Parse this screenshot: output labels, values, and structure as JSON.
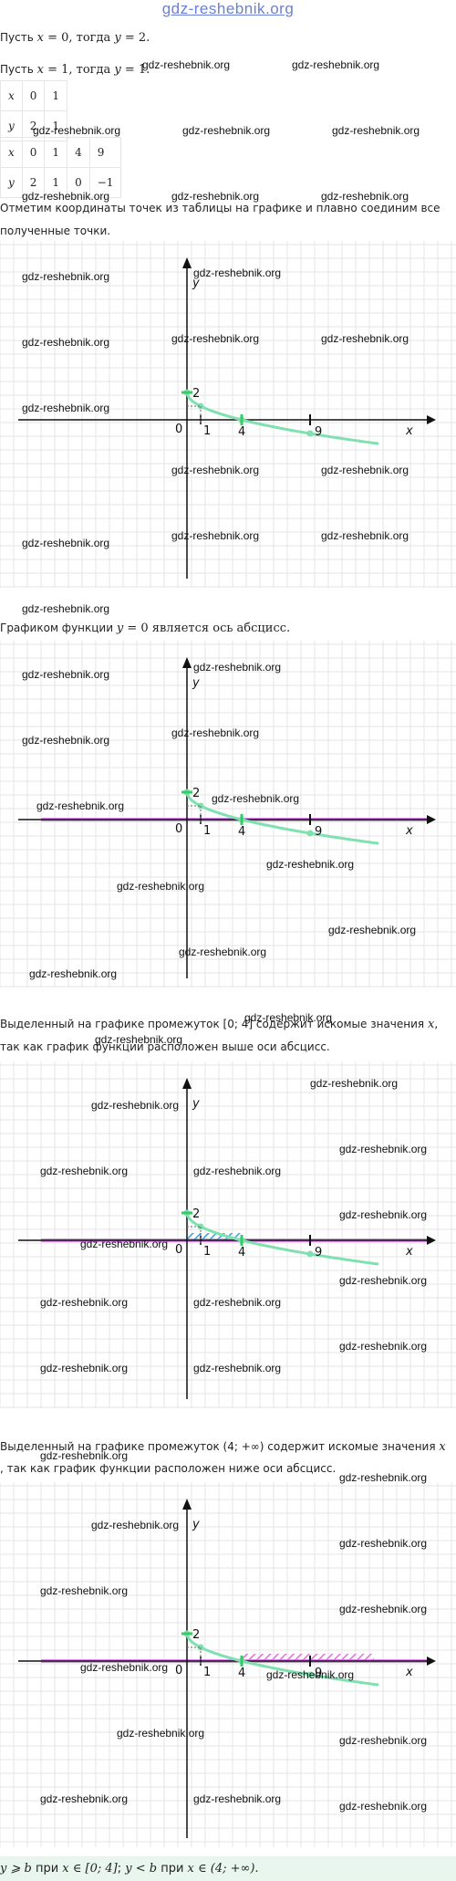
{
  "header": {
    "site": "gdz-reshebnik.org"
  },
  "lines": {
    "l1_a": "Пусть ",
    "l1_var": "x",
    "l1_b": " = 0, тогда ",
    "l1_var2": "y",
    "l1_c": " = 2.",
    "l2_a": "Пусть ",
    "l2_var": "x",
    "l2_b": " = 1, тогда ",
    "l2_var2": "y",
    "l2_c": " = 1.",
    "after_table": "Отметим координаты точек из таблицы на графике и плавно соединим все",
    "after_table2": "полученные точки.",
    "g2_a": "Графиком функции ",
    "g2_var": "y",
    "g2_b": " = 0 является ось абсцисс.",
    "g3_a": "Выделенный на графике промежуток [0; 4] содержит искомые значения ",
    "g3_var": "x",
    "g3_b": ",",
    "g3_c": "так как график функции расположен выше оси абсцисс.",
    "g4_a": "Выделенный на графике промежуток (4; +∞) содержит искомые значения ",
    "g4_var": "x",
    "g4_c": ", так как график функции расположен ниже оси абсцисс."
  },
  "table1": {
    "row1": [
      "x",
      "0",
      "1"
    ],
    "row2": [
      "y",
      "2",
      "1"
    ]
  },
  "table2": {
    "row1": [
      "x",
      "0",
      "1",
      "4",
      "9"
    ],
    "row2": [
      "y",
      "2",
      "1",
      "0",
      "−1"
    ]
  },
  "graph_labels": {
    "y": "y",
    "x": "x",
    "zero": "0",
    "two": "2",
    "one": "1",
    "four": "4",
    "nine": "9"
  },
  "answer": {
    "a": "y ⩾ b",
    "b": " при ",
    "c": "x ∈ [0; 4]",
    "d": "; ",
    "e": "y < b",
    "f": " при ",
    "g": "x ∈ (4; +∞)."
  },
  "watermark": "gdz-reshebnik.org",
  "colors": {
    "curve": "#7fe0b0",
    "axis_line": "#dd88ee",
    "hatch_blue": "#3aa0e0",
    "hatch_pink": "#e070d8",
    "grid": "#e4e4e4"
  }
}
